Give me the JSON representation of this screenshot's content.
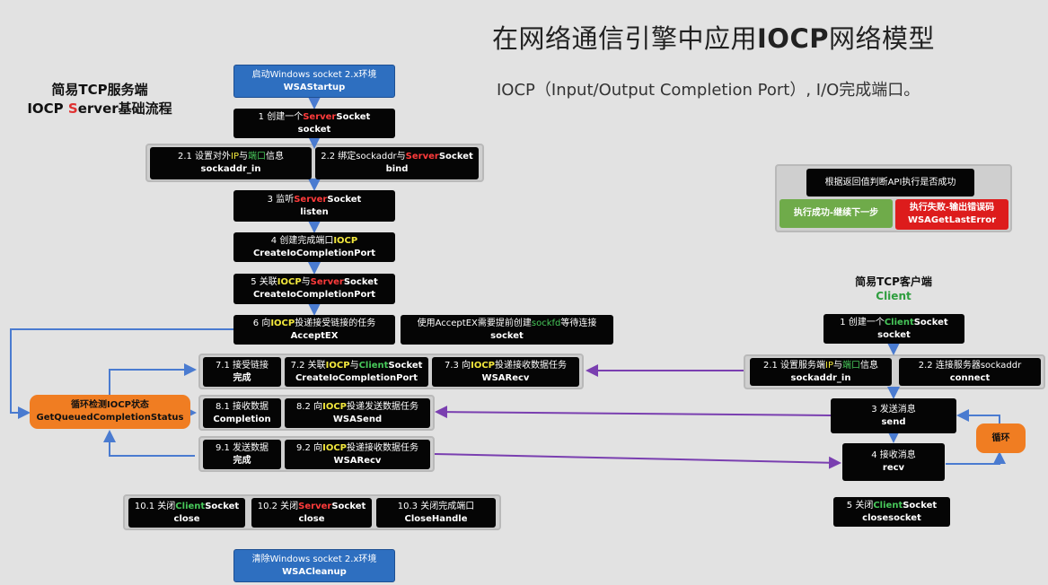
{
  "header": {
    "title_part1": "在网络通信引擎中应用",
    "title_bold": "IOCP",
    "title_part2": "网络模型",
    "subtitle": "IOCP（Input/Output Completion Port）, I/O完成端口。"
  },
  "server_heading": {
    "line1": "简易TCP服务端",
    "line2_a": "IOCP ",
    "line2_s": "S",
    "line2_b": "erver基础流程"
  },
  "client_heading": {
    "line1": "简易TCP客户端",
    "line2": "Client"
  },
  "legend": {
    "question": "根据返回值判断API执行是否成功",
    "success": "执行成功-继续下一步",
    "fail_line1": "执行失败-输出错误码",
    "fail_line2": "WSAGetLastError"
  },
  "server": {
    "startup": {
      "l1": "启动Windows socket 2.x环境",
      "l2": "WSAStartup"
    },
    "s1": {
      "a": "1 创建一个",
      "b": "Server",
      "c": "Socket",
      "l2": "socket"
    },
    "s2_1": {
      "a": "2.1 设置对外",
      "b": "IP",
      "c": "与",
      "d": "端口",
      "e": "信息",
      "l2": "sockaddr_in"
    },
    "s2_2": {
      "a": "2.2 绑定sockaddr与",
      "b": "Server",
      "c": "Socket",
      "l2": "bind"
    },
    "s3": {
      "a": "3 监听",
      "b": "Server",
      "c": "Socket",
      "l2": "listen"
    },
    "s4": {
      "a": "4 创建完成端口",
      "b": "IOCP",
      "l2": "CreateIoCompletionPort"
    },
    "s5": {
      "a": "5 关联",
      "b": "IOCP",
      "c": "与",
      "d": "Server",
      "e": "Socket",
      "l2": "CreateIoCompletionPort"
    },
    "s6": {
      "a": "6 向",
      "b": "IOCP",
      "c": "投递接受链接的任务",
      "l2": "AcceptEX"
    },
    "s6_note": {
      "a": "使用AcceptEX需要提前创建",
      "b": "sockfd",
      "c": "等待连接",
      "l2": "socket"
    },
    "s7_1": {
      "l1": "7.1 接受链接",
      "l2": "完成"
    },
    "s7_2": {
      "a": "7.2 关联",
      "b": "IOCP",
      "c": "与",
      "d": "Client",
      "e": "Socket",
      "l2": "CreateIoCompletionPort"
    },
    "s7_3": {
      "a": "7.3 向",
      "b": "IOCP",
      "c": "投递接收数据任务",
      "l2": "WSARecv"
    },
    "s8_1": {
      "l1": "8.1 接收数据",
      "l2": "Completion"
    },
    "s8_2": {
      "a": "8.2 向",
      "b": "IOCP",
      "c": "投递发送数据任务",
      "l2": "WSASend"
    },
    "s9_1": {
      "l1": "9.1 发送数据",
      "l2": "完成"
    },
    "s9_2": {
      "a": "9.2 向",
      "b": "IOCP",
      "c": "投递接收数据任务",
      "l2": "WSARecv"
    },
    "loop": {
      "a": "循环检测",
      "b": "IOCP",
      "c": "状态",
      "l2": "GetQueuedCompletionStatus"
    },
    "s10_1": {
      "a": "10.1 关闭",
      "b": "Client",
      "c": "Socket",
      "l2": "close"
    },
    "s10_2": {
      "a": "10.2 关闭",
      "b": "Server",
      "c": "Socket",
      "l2": "close"
    },
    "s10_3": {
      "l1": "10.3 关闭完成端口",
      "l2": "CloseHandle"
    },
    "cleanup": {
      "l1": "清除Windows socket 2.x环境",
      "l2": "WSACleanup"
    }
  },
  "client": {
    "c1": {
      "a": "1 创建一个",
      "b": "Client",
      "c": "Socket",
      "l2": "socket"
    },
    "c2_1": {
      "a": "2.1 设置服务端",
      "b": "IP",
      "c": "与",
      "d": "端口",
      "e": "信息",
      "l2": "sockaddr_in"
    },
    "c2_2": {
      "l1": "2.2 连接服务器sockaddr",
      "l2": "connect"
    },
    "c3": {
      "l1": "3 发送消息",
      "l2": "send"
    },
    "c4": {
      "l1": "4 接收消息",
      "l2": "recv"
    },
    "loop": "循环",
    "c5": {
      "a": "5 关闭",
      "b": "Client",
      "c": "Socket",
      "l2": "closesocket"
    }
  },
  "colors": {
    "background": "#e2e2e2",
    "box": "#050505",
    "blue_box": "#2e6fc0",
    "orange_box": "#f07d22",
    "success": "#6fab4a",
    "fail": "#dd1c1c",
    "arrow_blue": "#4a7bd0",
    "arrow_purple": "#7a3fb0",
    "text_red": "#ff3b3b",
    "text_yellow": "#f3e83d",
    "text_green": "#47c85a"
  }
}
